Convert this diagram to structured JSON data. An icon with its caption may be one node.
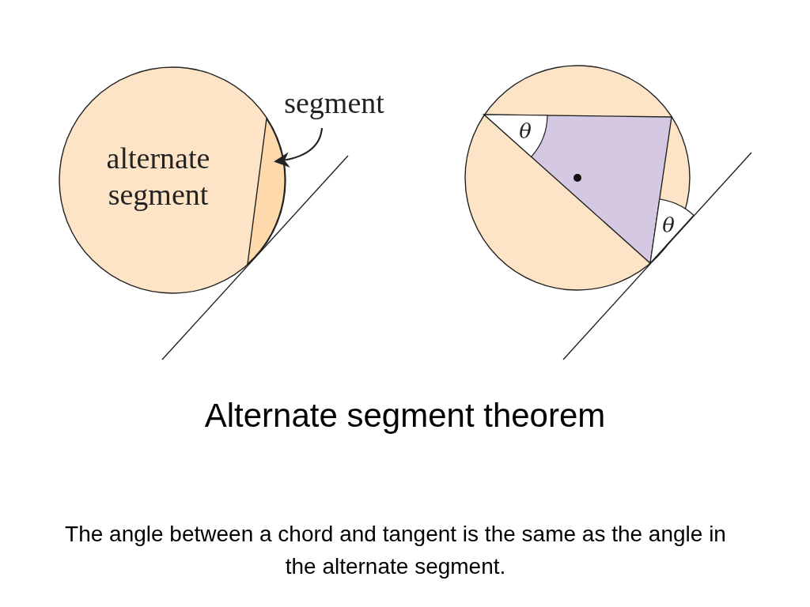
{
  "diagram": {
    "title": "Alternate segment theorem",
    "caption": "The angle between a chord and tangent is the same as the angle in the alternate segment.",
    "nodes": [
      {
        "text": [
          "alternate segment"
        ]
      },
      {
        "text": [
          "segment"
        ]
      },
      {
        "text": [],
        "shape": "segment"
      }
    ],
    "edges": [
      {
        "from": 1,
        "to": 2,
        "arrow": "to"
      }
    ],
    "labels": [
      "θ",
      "θ"
    ]
  }
}
